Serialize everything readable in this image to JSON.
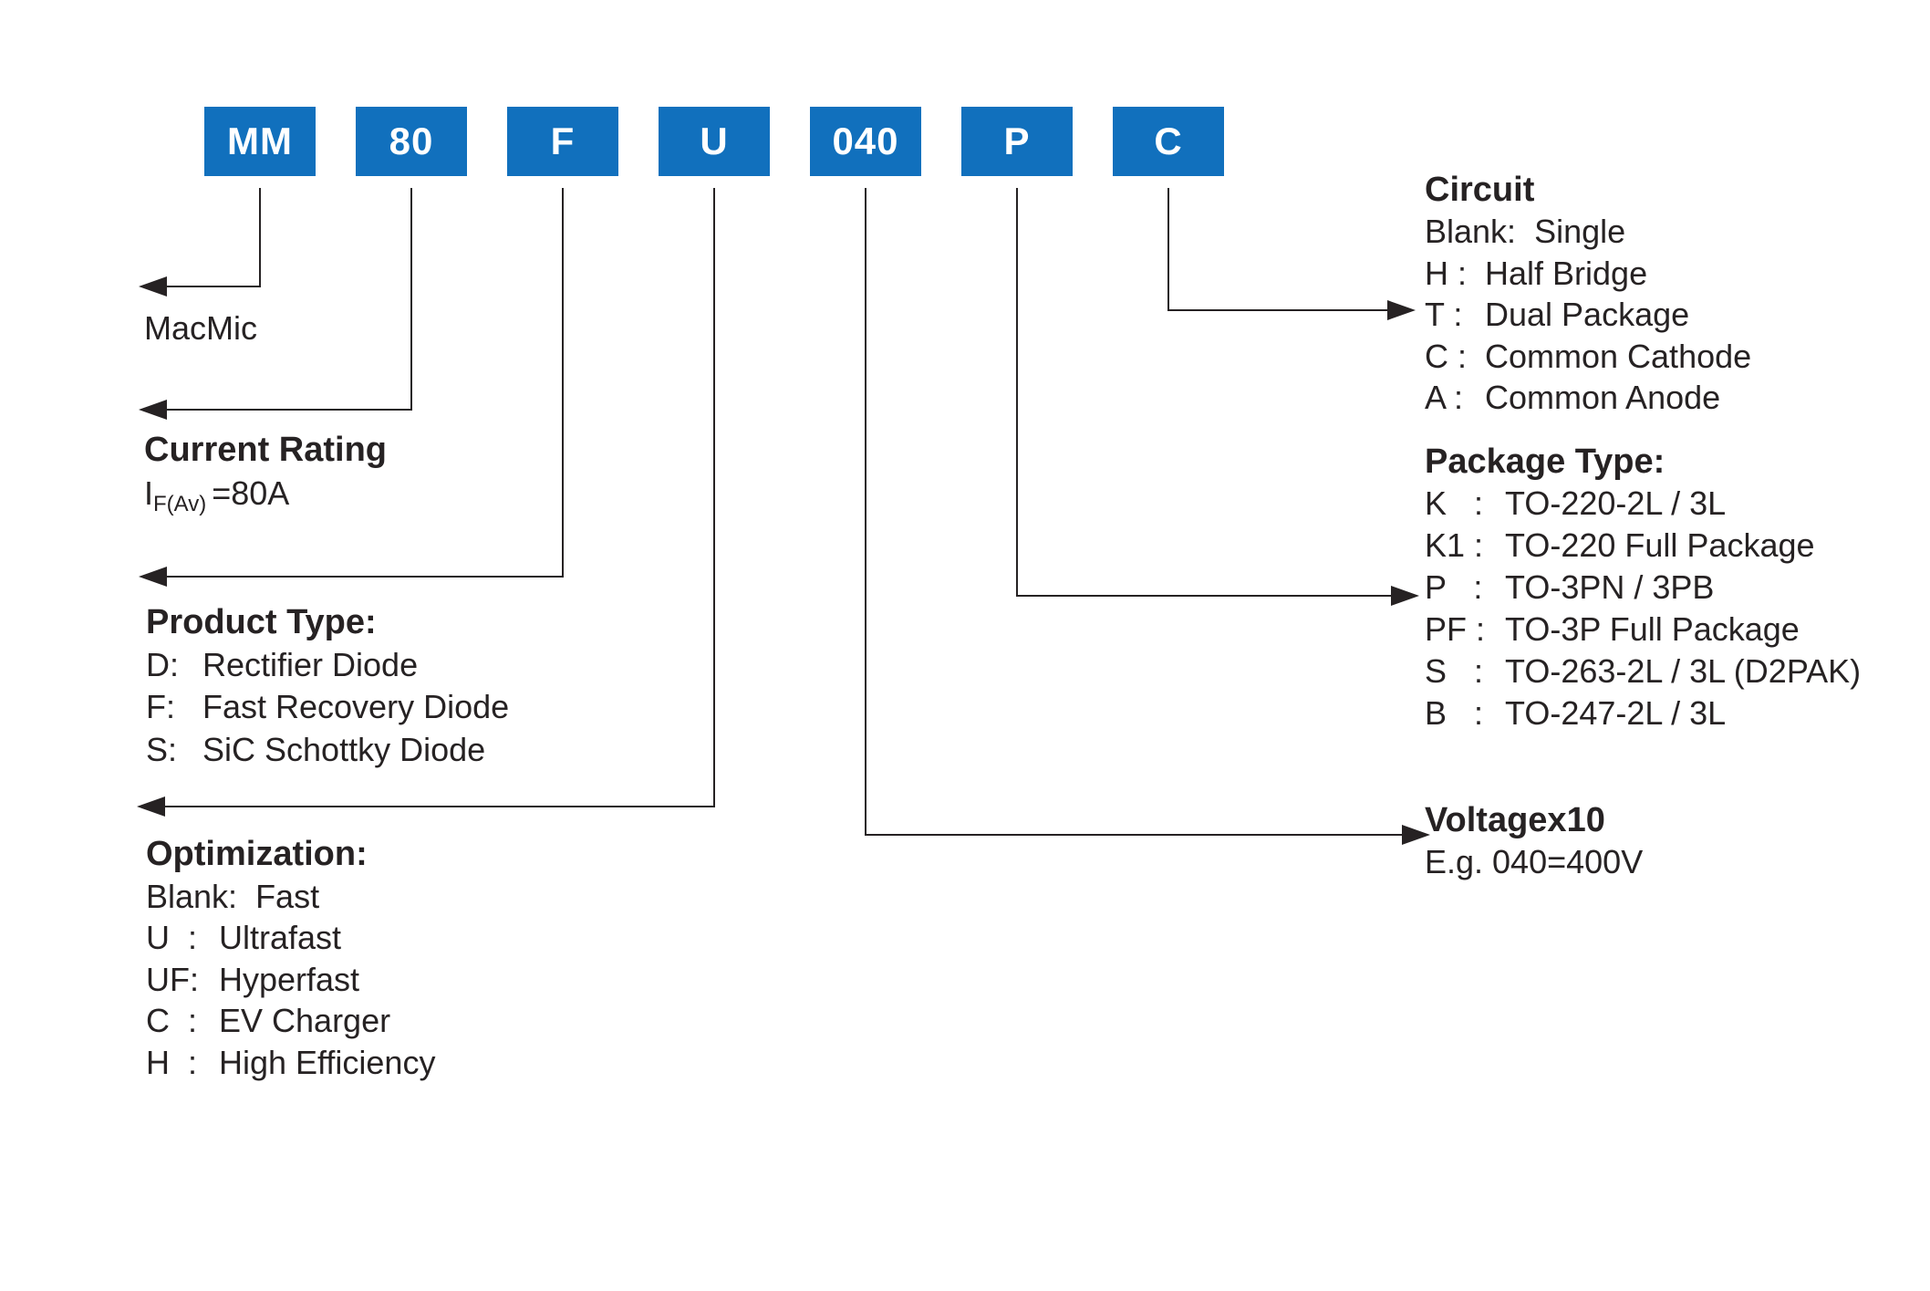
{
  "code_boxes": [
    "MM",
    "80",
    "F",
    "U",
    "040",
    "P",
    "C"
  ],
  "colors": {
    "box_blue": "#1170BD",
    "ink": "#262223"
  },
  "sections": {
    "manufacturer": {
      "label": "MacMic"
    },
    "current_rating": {
      "title": "Current Rating",
      "symbol": "I",
      "subscript": "F(Av)",
      "value": "=80A"
    },
    "product_type": {
      "title": "Product Type:",
      "items": [
        {
          "k": "D:",
          "v": "Rectifier Diode"
        },
        {
          "k": "F:",
          "v": "Fast Recovery Diode"
        },
        {
          "k": "S:",
          "v": "SiC Schottky Diode"
        }
      ]
    },
    "optimization": {
      "title": "Optimization:",
      "items": [
        {
          "k": "Blank:  ",
          "v": "Fast"
        },
        {
          "k": "U  :",
          "v": "Ultrafast"
        },
        {
          "k": "UF:",
          "v": "Hyperfast"
        },
        {
          "k": "C  :",
          "v": "EV Charger"
        },
        {
          "k": "H  :",
          "v": "High Efficiency"
        }
      ]
    },
    "circuit": {
      "title": "Circuit",
      "items": [
        {
          "k": "Blank:  ",
          "v": "Single"
        },
        {
          "k": "H :",
          "v": "Half Bridge"
        },
        {
          "k": "T :",
          "v": "Dual Package"
        },
        {
          "k": "C :",
          "v": "Common Cathode"
        },
        {
          "k": "A :",
          "v": "Common Anode"
        }
      ]
    },
    "package_type": {
      "title": "Package Type:",
      "items": [
        {
          "k": "K   :",
          "v": "TO-220-2L / 3L"
        },
        {
          "k": "K1 :",
          "v": "TO-220 Full Package"
        },
        {
          "k": "P   :",
          "v": "TO-3PN / 3PB"
        },
        {
          "k": "PF :",
          "v": "TO-3P Full Package"
        },
        {
          "k": "S   :",
          "v": "TO-263-2L / 3L (D2PAK)"
        },
        {
          "k": "B   :",
          "v": "TO-247-2L / 3L"
        }
      ]
    },
    "voltage": {
      "title": "Voltagex10",
      "example": "E.g. 040=400V"
    }
  }
}
